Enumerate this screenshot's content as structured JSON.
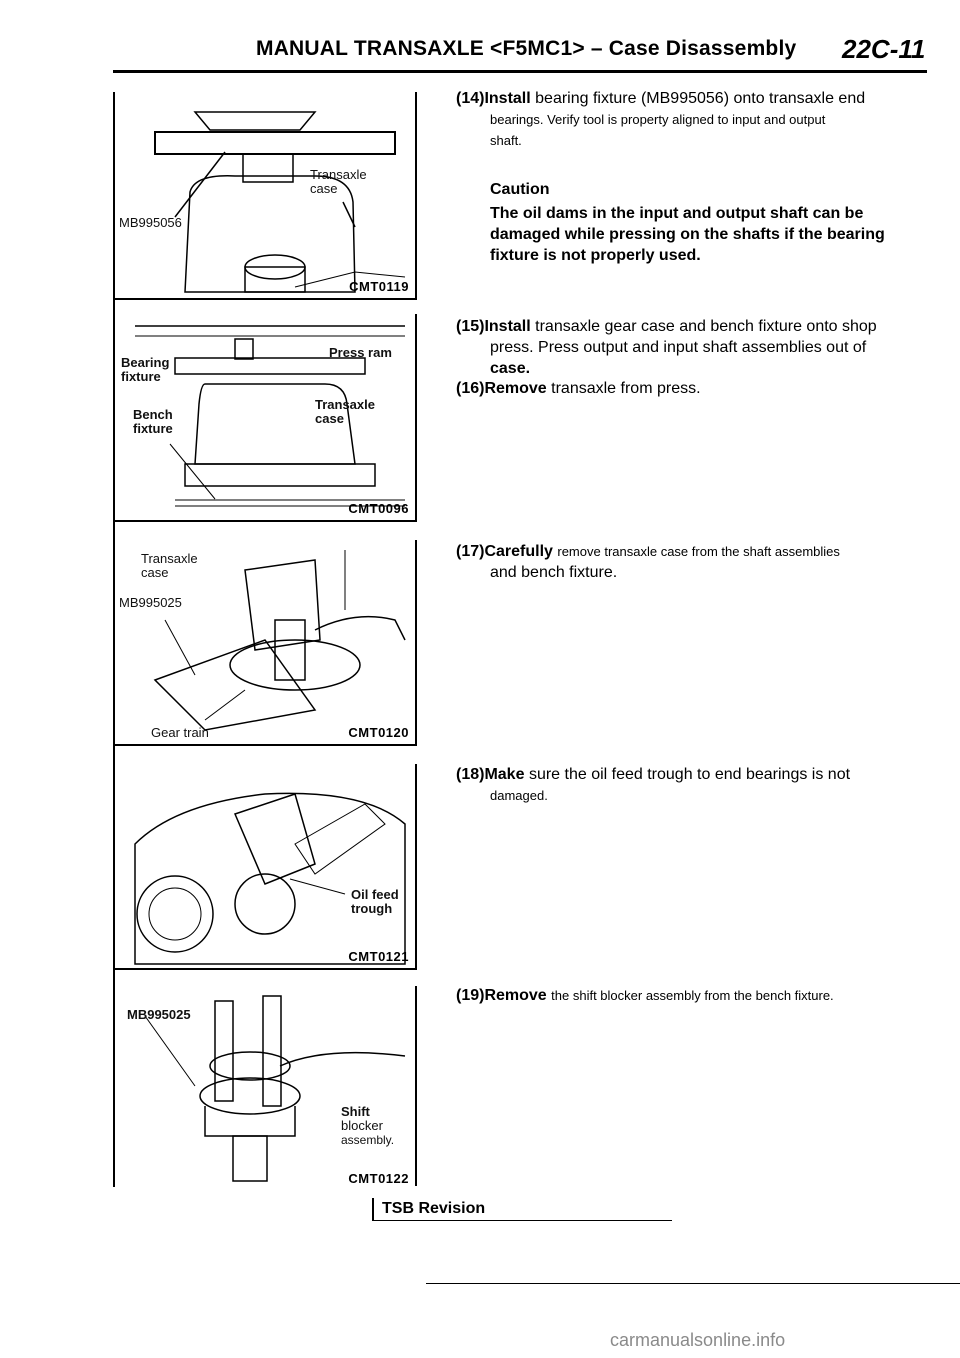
{
  "header": {
    "title": "MANUAL TRANSAXLE <F5MC1> – Case Disassembly",
    "page_code": "22C-11"
  },
  "figures": [
    {
      "id": "CMT0119",
      "labels": [
        "Transaxle case",
        "MB995056"
      ]
    },
    {
      "id": "CMT0096",
      "labels": [
        "Bearing fixture",
        "Press ram",
        "Bench fixture",
        "Transaxle case"
      ]
    },
    {
      "id": "CMT0120",
      "labels": [
        "Transaxle case",
        "MB995025",
        "Gear train"
      ]
    },
    {
      "id": "CMT0121",
      "labels": [
        "Oil feed trough"
      ]
    },
    {
      "id": "CMT0122",
      "labels": [
        "MB995025",
        "Shift",
        "blocker",
        "assembly."
      ]
    }
  ],
  "steps": {
    "s14": {
      "num": "(14)Install",
      "line1": "bearing fixture (MB995056) onto transaxle end",
      "line2": "bearings. Verify tool is property aligned to input and output",
      "line3": "shaft."
    },
    "caution": {
      "title": "Caution",
      "body": "The oil dams in the input and output shaft can be damaged while pressing on the shafts if the bearing fixture is not properly used."
    },
    "s15": {
      "num": "(15)Install",
      "line1": "transaxle gear case and bench fixture onto shop",
      "line2": "press. Press output and input shaft assemblies out of",
      "line3": "case."
    },
    "s16": {
      "num": "(16)Remove",
      "text": "transaxle from press."
    },
    "s17": {
      "num": "(17)Carefully",
      "line1": "remove transaxle case from the shaft assemblies",
      "line2": "and bench fixture."
    },
    "s18": {
      "num": "(18)Make",
      "line1": "sure the oil feed trough to end bearings is not",
      "line2": "damaged."
    },
    "s19": {
      "num": "(19)Remove",
      "text": "the shift blocker assembly from the bench fixture."
    }
  },
  "footer": {
    "label": "TSB Revision"
  },
  "watermark": "carmanualsonline.info"
}
